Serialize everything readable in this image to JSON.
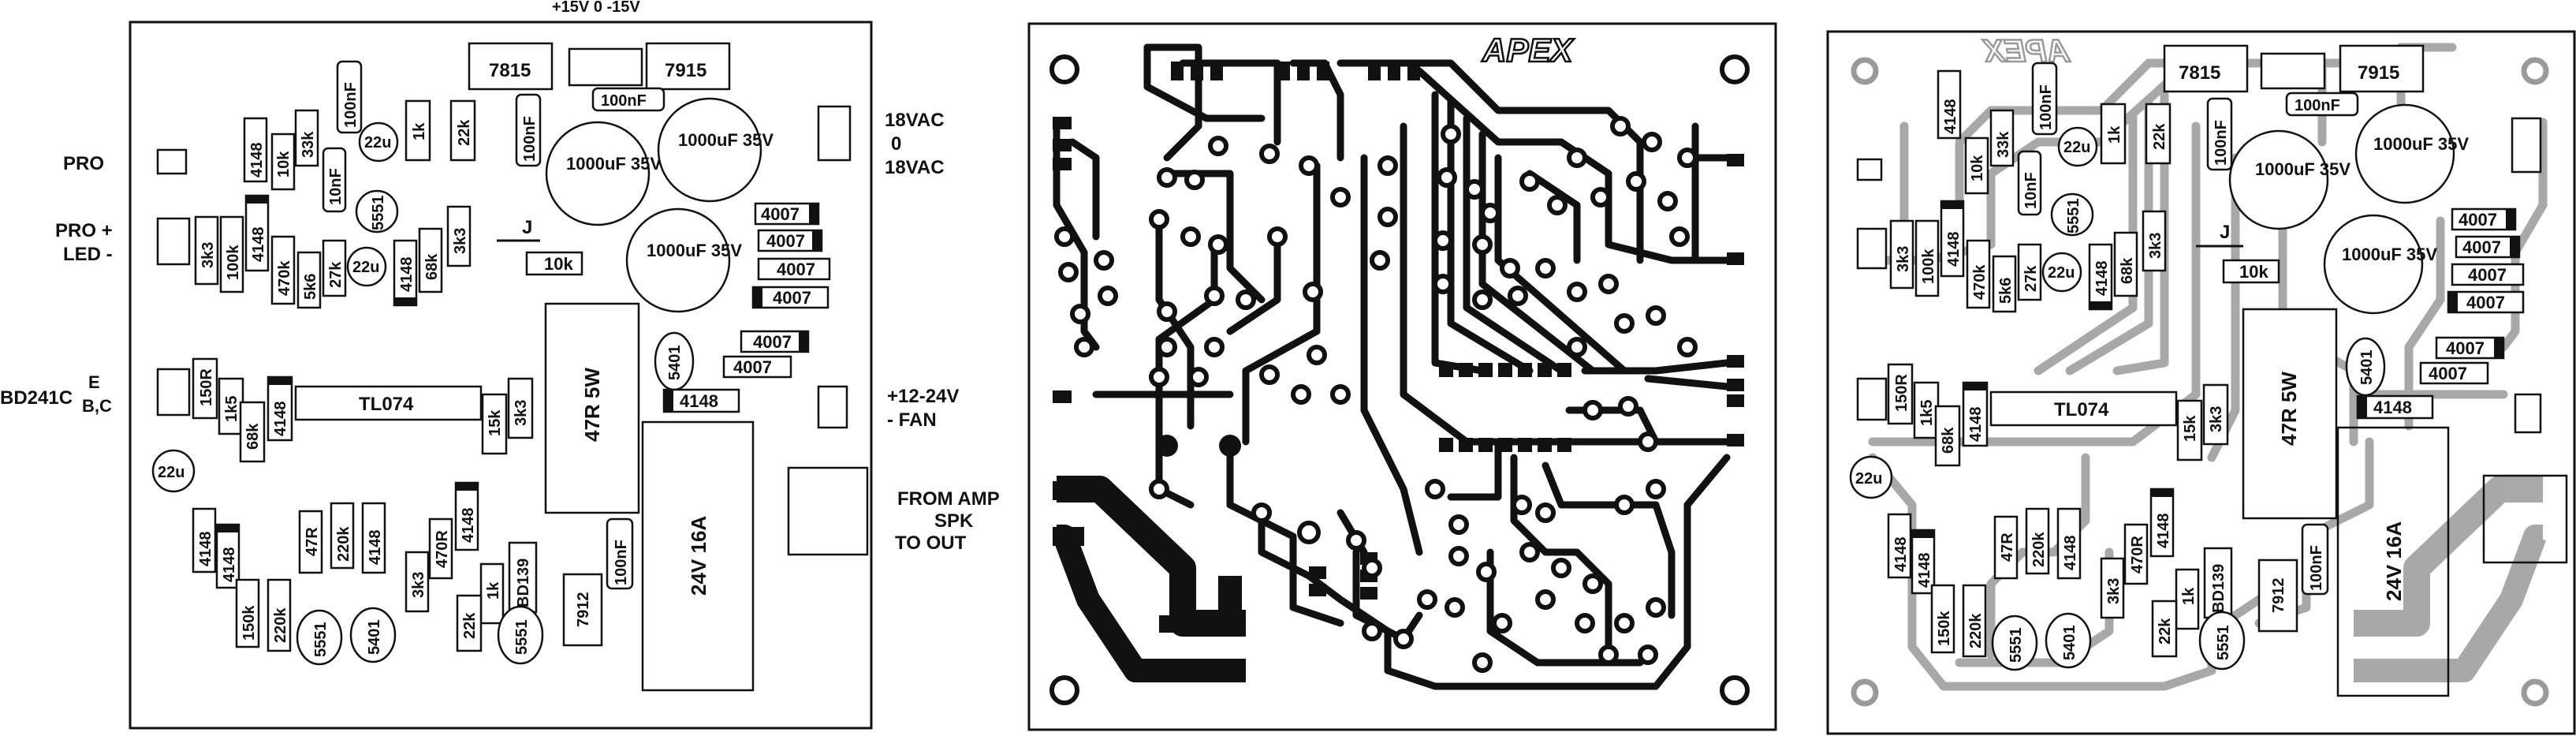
{
  "panels": {
    "placement": {
      "labels": {
        "supply": "+15V 0 -15V",
        "pro": "PRO",
        "pro_led_1": "PRO +",
        "pro_led_2": "LED  -",
        "bd241c_1": "BD241C",
        "bd241c_e": "E",
        "bd241c_bc": "B,C",
        "vac_1": "18VAC",
        "vac_2": "0",
        "vac_3": "18VAC",
        "fan_1": "+12-24V",
        "fan_2": "- FAN",
        "amp_1": "FROM AMP",
        "amp_2": "SPK",
        "amp_3": "TO OUT",
        "jumper": "J"
      },
      "components": [
        {
          "ref": "7815"
        },
        {
          "ref": "7915"
        },
        {
          "ref": "100nF"
        },
        {
          "ref": "100nF"
        },
        {
          "ref": "1000uF 35V"
        },
        {
          "ref": "1000uF 35V"
        },
        {
          "ref": "1000uF 35V"
        },
        {
          "ref": "4148"
        },
        {
          "ref": "33k"
        },
        {
          "ref": "100nF"
        },
        {
          "ref": "22u"
        },
        {
          "ref": "1k"
        },
        {
          "ref": "22k"
        },
        {
          "ref": "10k"
        },
        {
          "ref": "10nF"
        },
        {
          "ref": "5551"
        },
        {
          "ref": "3k3"
        },
        {
          "ref": "100k"
        },
        {
          "ref": "4148"
        },
        {
          "ref": "470k"
        },
        {
          "ref": "5k6"
        },
        {
          "ref": "27k"
        },
        {
          "ref": "22u"
        },
        {
          "ref": "4148"
        },
        {
          "ref": "68k"
        },
        {
          "ref": "3k3"
        },
        {
          "ref": "10k"
        },
        {
          "ref": "4007"
        },
        {
          "ref": "4007"
        },
        {
          "ref": "4007"
        },
        {
          "ref": "4007"
        },
        {
          "ref": "4007"
        },
        {
          "ref": "4007"
        },
        {
          "ref": "47R 5W"
        },
        {
          "ref": "5401"
        },
        {
          "ref": "4148"
        },
        {
          "ref": "150R"
        },
        {
          "ref": "1k5"
        },
        {
          "ref": "68k"
        },
        {
          "ref": "4148"
        },
        {
          "ref": "TL074"
        },
        {
          "ref": "15k"
        },
        {
          "ref": "3k3"
        },
        {
          "ref": "22u"
        },
        {
          "ref": "24V 16A"
        },
        {
          "ref": "4148"
        },
        {
          "ref": "4148"
        },
        {
          "ref": "47R"
        },
        {
          "ref": "220k"
        },
        {
          "ref": "4148"
        },
        {
          "ref": "470R"
        },
        {
          "ref": "4148"
        },
        {
          "ref": "150k"
        },
        {
          "ref": "220k"
        },
        {
          "ref": "3k3"
        },
        {
          "ref": "1k"
        },
        {
          "ref": "BD139"
        },
        {
          "ref": "100nF"
        },
        {
          "ref": "7912"
        },
        {
          "ref": "22k"
        },
        {
          "ref": "5551"
        },
        {
          "ref": "5401"
        },
        {
          "ref": "5551"
        }
      ]
    },
    "copper": {
      "logo": "APEX"
    },
    "overlay": {
      "logo": "APEX",
      "jumper": "J"
    }
  }
}
